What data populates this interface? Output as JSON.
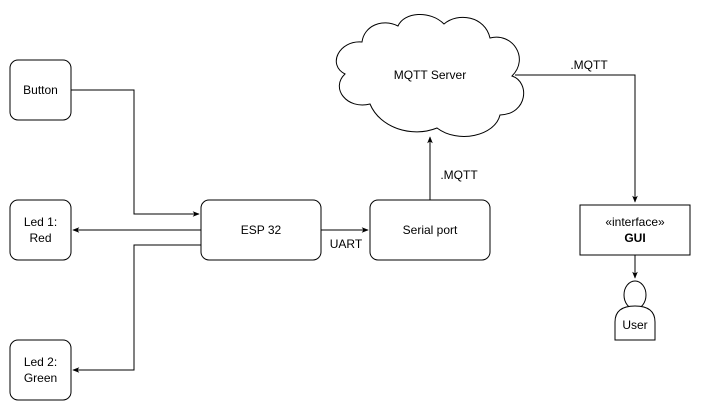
{
  "diagram": {
    "nodes": {
      "button": {
        "label": "Button"
      },
      "led1": {
        "label_line1": "Led 1:",
        "label_line2": "Red"
      },
      "led2": {
        "label_line1": "Led 2:",
        "label_line2": "Green"
      },
      "esp32": {
        "label": "ESP 32"
      },
      "serial_port": {
        "label": "Serial port"
      },
      "mqtt_server": {
        "label": "MQTT Server"
      },
      "gui": {
        "stereotype": "«interface»",
        "label": "GUI"
      },
      "user": {
        "label": "User"
      }
    },
    "edges": {
      "uart": {
        "label": "UART"
      },
      "serial_to_cloud": {
        "label": ".MQTT"
      },
      "cloud_to_gui": {
        "label": ".MQTT"
      }
    }
  },
  "colors": {
    "stroke": "#000000",
    "fill": "#ffffff",
    "text": "#000000"
  }
}
